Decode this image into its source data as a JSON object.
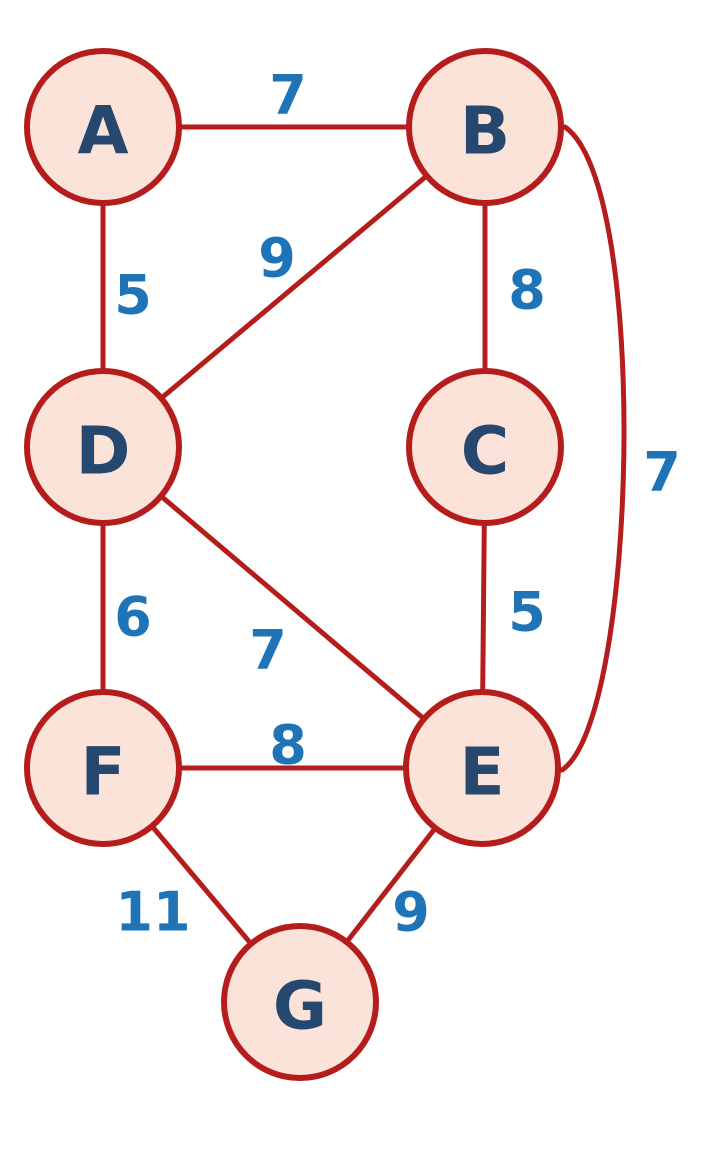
{
  "colors": {
    "edge": "#b51c1c",
    "node_fill": "#fbe3da",
    "node_stroke": "#b51c1c",
    "node_text": "#27486e",
    "weight_text": "#1f73b7"
  },
  "nodes": [
    {
      "id": "A",
      "label": "A"
    },
    {
      "id": "B",
      "label": "B"
    },
    {
      "id": "C",
      "label": "C"
    },
    {
      "id": "D",
      "label": "D"
    },
    {
      "id": "E",
      "label": "E"
    },
    {
      "id": "F",
      "label": "F"
    },
    {
      "id": "G",
      "label": "G"
    }
  ],
  "edges": [
    {
      "id": "A-B",
      "from": "A",
      "to": "B",
      "weight": "7"
    },
    {
      "id": "A-D",
      "from": "A",
      "to": "D",
      "weight": "5"
    },
    {
      "id": "B-D",
      "from": "B",
      "to": "D",
      "weight": "9"
    },
    {
      "id": "B-C",
      "from": "B",
      "to": "C",
      "weight": "8"
    },
    {
      "id": "B-E",
      "from": "B",
      "to": "E",
      "weight": "7"
    },
    {
      "id": "C-E",
      "from": "C",
      "to": "E",
      "weight": "5"
    },
    {
      "id": "D-E",
      "from": "D",
      "to": "E",
      "weight": "7"
    },
    {
      "id": "D-F",
      "from": "D",
      "to": "F",
      "weight": "6"
    },
    {
      "id": "F-E",
      "from": "F",
      "to": "E",
      "weight": "8"
    },
    {
      "id": "F-G",
      "from": "F",
      "to": "G",
      "weight": "11"
    },
    {
      "id": "E-G",
      "from": "E",
      "to": "G",
      "weight": "9"
    }
  ]
}
